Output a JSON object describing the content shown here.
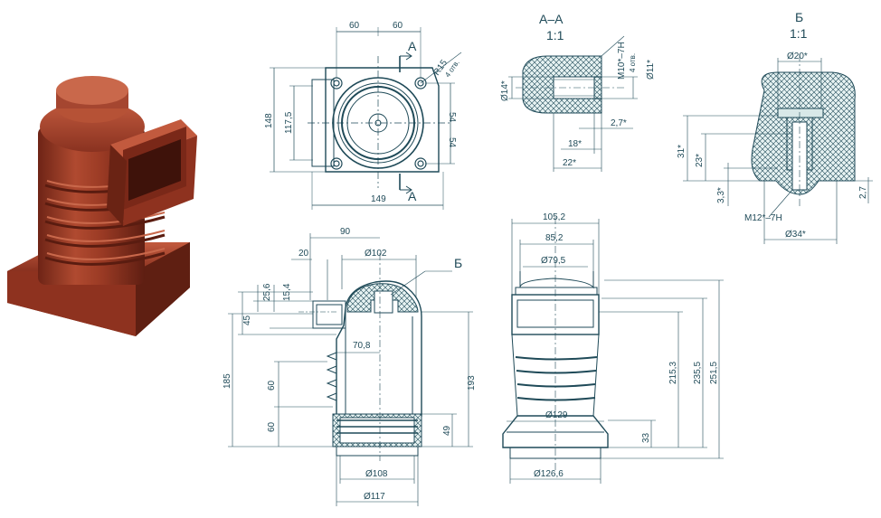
{
  "section_aa": {
    "title": "А–А",
    "scale": "1:1"
  },
  "section_b": {
    "title": "Б",
    "scale": "1:1"
  },
  "section_marker": "А",
  "callout_b": "Б",
  "top_view": {
    "d60_left": "60",
    "d60_right": "60",
    "d148": "148",
    "d117_5": "117,5",
    "d54_top": "54",
    "d54_bottom": "54",
    "d149": "149",
    "r15": "R15",
    "holes": "4 отв."
  },
  "section_aa_dims": {
    "d14": "Ø14*",
    "thread": "M10*–7H",
    "holes": "4 отв.",
    "d11": "Ø11*",
    "d2_7": "2,7*",
    "d18": "18*",
    "d22": "22*"
  },
  "section_b_dims": {
    "d20": "Ø20*",
    "d31": "31*",
    "d23": "23*",
    "d3_3": "3,3*",
    "thread": "M12*–7H",
    "d34": "Ø34*",
    "d2_7": "2,7"
  },
  "side_view": {
    "d90": "90",
    "d20": "20",
    "d102": "Ø102",
    "d25_6": "25,6",
    "d15_4": "15,4",
    "d45": "45",
    "d70_8": "70,8",
    "d185": "185",
    "d60_upper": "60",
    "d60_lower": "60",
    "d193": "193",
    "d49": "49",
    "d108": "Ø108",
    "d117": "Ø117"
  },
  "front_view": {
    "d105_2": "105,2",
    "d85_2": "85,2",
    "d79_5": "Ø79,5",
    "d129": "Ø129",
    "d33": "33",
    "d215_3": "215,3",
    "d235_5": "235,5",
    "d251_5": "251,5",
    "d126_6": "Ø126,6"
  },
  "colors": {
    "line": "#1f4a58",
    "epoxy": "#9a3a24",
    "hatch_fill": "#e6f2f2"
  }
}
